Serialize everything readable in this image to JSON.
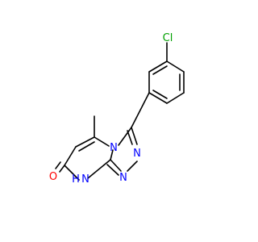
{
  "molecule": {
    "atoms": {
      "cl": {
        "symbol": "Cl",
        "color": "#00a000"
      },
      "n_bridge": {
        "symbol": "N",
        "color": "#0000ff"
      },
      "n_triazole_a": {
        "symbol": "N",
        "color": "#0000ff"
      },
      "n_triazole_b": {
        "symbol": "N",
        "color": "#0000ff"
      },
      "n_h": {
        "symbol": "N",
        "color": "#0000ff"
      },
      "h_on_n": {
        "symbol": "H",
        "color": "#0000ff"
      },
      "o": {
        "symbol": "O",
        "color": "#ff0000"
      }
    }
  }
}
